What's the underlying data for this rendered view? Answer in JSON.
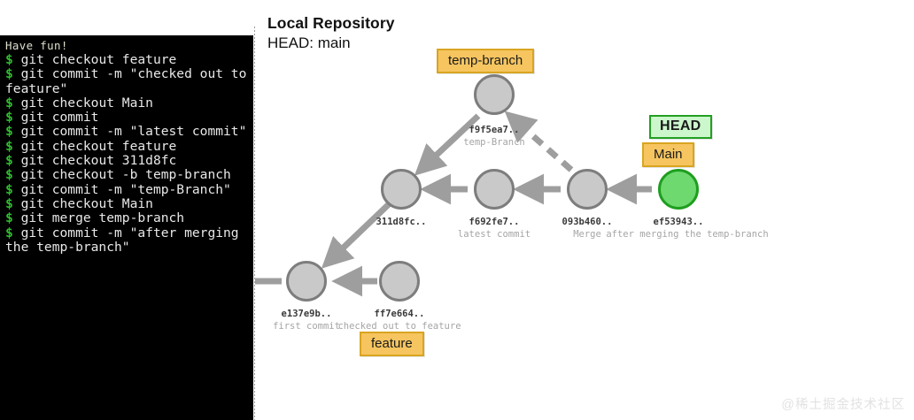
{
  "terminal": {
    "banner": "Have fun!",
    "prompt": "$",
    "lines": [
      "git checkout feature",
      "git commit -m \"checked out to feature\"",
      "git checkout Main",
      "git commit",
      "git commit -m \"latest commit\"",
      "git checkout feature",
      "git checkout 311d8fc",
      "git checkout -b temp-branch",
      "git commit -m \"temp-Branch\"",
      "git checkout Main",
      "git merge temp-branch",
      "git commit -m \"after merging the temp-branch\""
    ]
  },
  "graph": {
    "title": "Local Repository",
    "head_label": "HEAD:",
    "head_value": "main",
    "nodes": [
      {
        "id": "temp",
        "hash": "f9f5ea7..",
        "message": "temp-Branch",
        "state": "normal"
      },
      {
        "id": "c311",
        "hash": "311d8fc..",
        "message": "",
        "state": "normal"
      },
      {
        "id": "cf692",
        "hash": "f692fe7..",
        "message": "latest commit",
        "state": "normal"
      },
      {
        "id": "c093",
        "hash": "093b460..",
        "message": "Merge",
        "state": "normal"
      },
      {
        "id": "cef5",
        "hash": "ef53943..",
        "message": "after merging the temp-branch",
        "state": "head"
      },
      {
        "id": "ce137",
        "hash": "e137e9b..",
        "message": "first commit",
        "state": "normal"
      },
      {
        "id": "cff7",
        "hash": "ff7e664..",
        "message": "checked out to feature",
        "state": "normal"
      }
    ],
    "badges": [
      {
        "id": "temp-branch-badge",
        "label": "temp-branch",
        "kind": "branch"
      },
      {
        "id": "head-badge",
        "label": "HEAD",
        "kind": "head"
      },
      {
        "id": "main-badge",
        "label": "Main",
        "kind": "branch"
      },
      {
        "id": "feature-badge",
        "label": "feature",
        "kind": "branch"
      }
    ],
    "colors": {
      "branch_badge_fill": "#f6c560",
      "branch_badge_border": "#d9a520",
      "head_badge_fill": "#ccf7cc",
      "head_badge_border": "#22a022",
      "node_fill": "#c9c9c9",
      "node_border": "#7d7d7d",
      "head_node_fill": "#6ed96e",
      "head_node_border": "#1f9e1f",
      "edge": "#9e9e9e",
      "terminal_bg": "#000000",
      "terminal_prompt": "#2fbe2f"
    }
  },
  "watermark": "@稀土掘金技术社区"
}
